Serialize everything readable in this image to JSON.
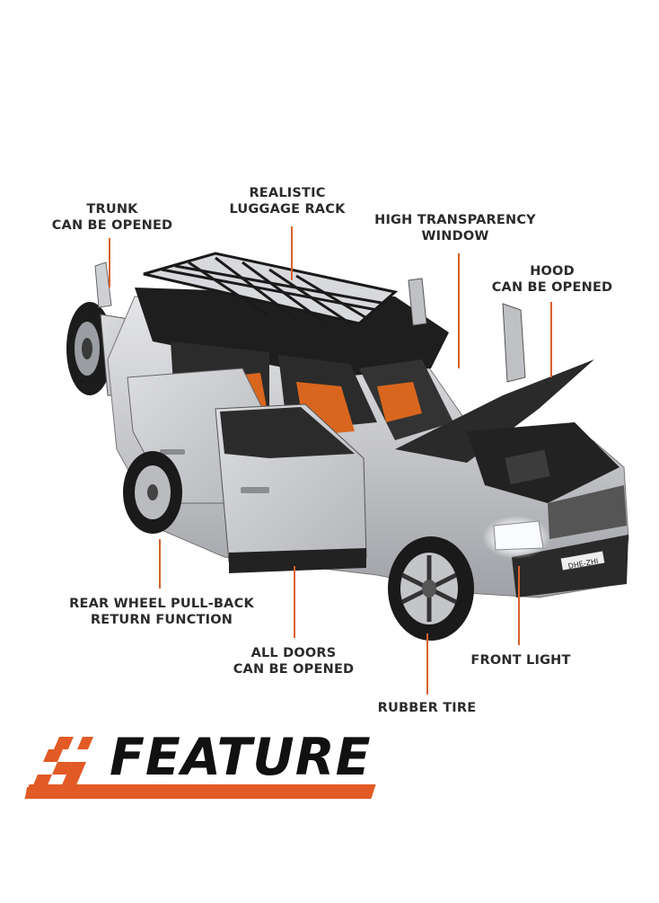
{
  "labels": {
    "trunk": [
      "TRUNK",
      "CAN BE OPENED"
    ],
    "rack": [
      "REALISTIC",
      "LUGGAGE RACK"
    ],
    "window": [
      "HIGH TRANSPARENCY",
      "WINDOW"
    ],
    "hood": [
      "HOOD",
      "CAN BE OPENED"
    ],
    "rear_wheel": [
      "REAR WHEEL PULL-BACK",
      "RETURN FUNCTION"
    ],
    "doors": [
      "ALL DOORS",
      "CAN BE OPENED"
    ],
    "front_light": [
      "FRONT LIGHT"
    ],
    "tire": [
      "RUBBER TIRE"
    ]
  },
  "plate_text": "DHE-ZHI",
  "banner": {
    "title": "FEATURE"
  },
  "colors": {
    "accent": "#e25a25",
    "text": "#2b2b2b",
    "car_body": "#c8c9cc",
    "roof": "#1e1e1e",
    "interior": "#d9661e"
  }
}
